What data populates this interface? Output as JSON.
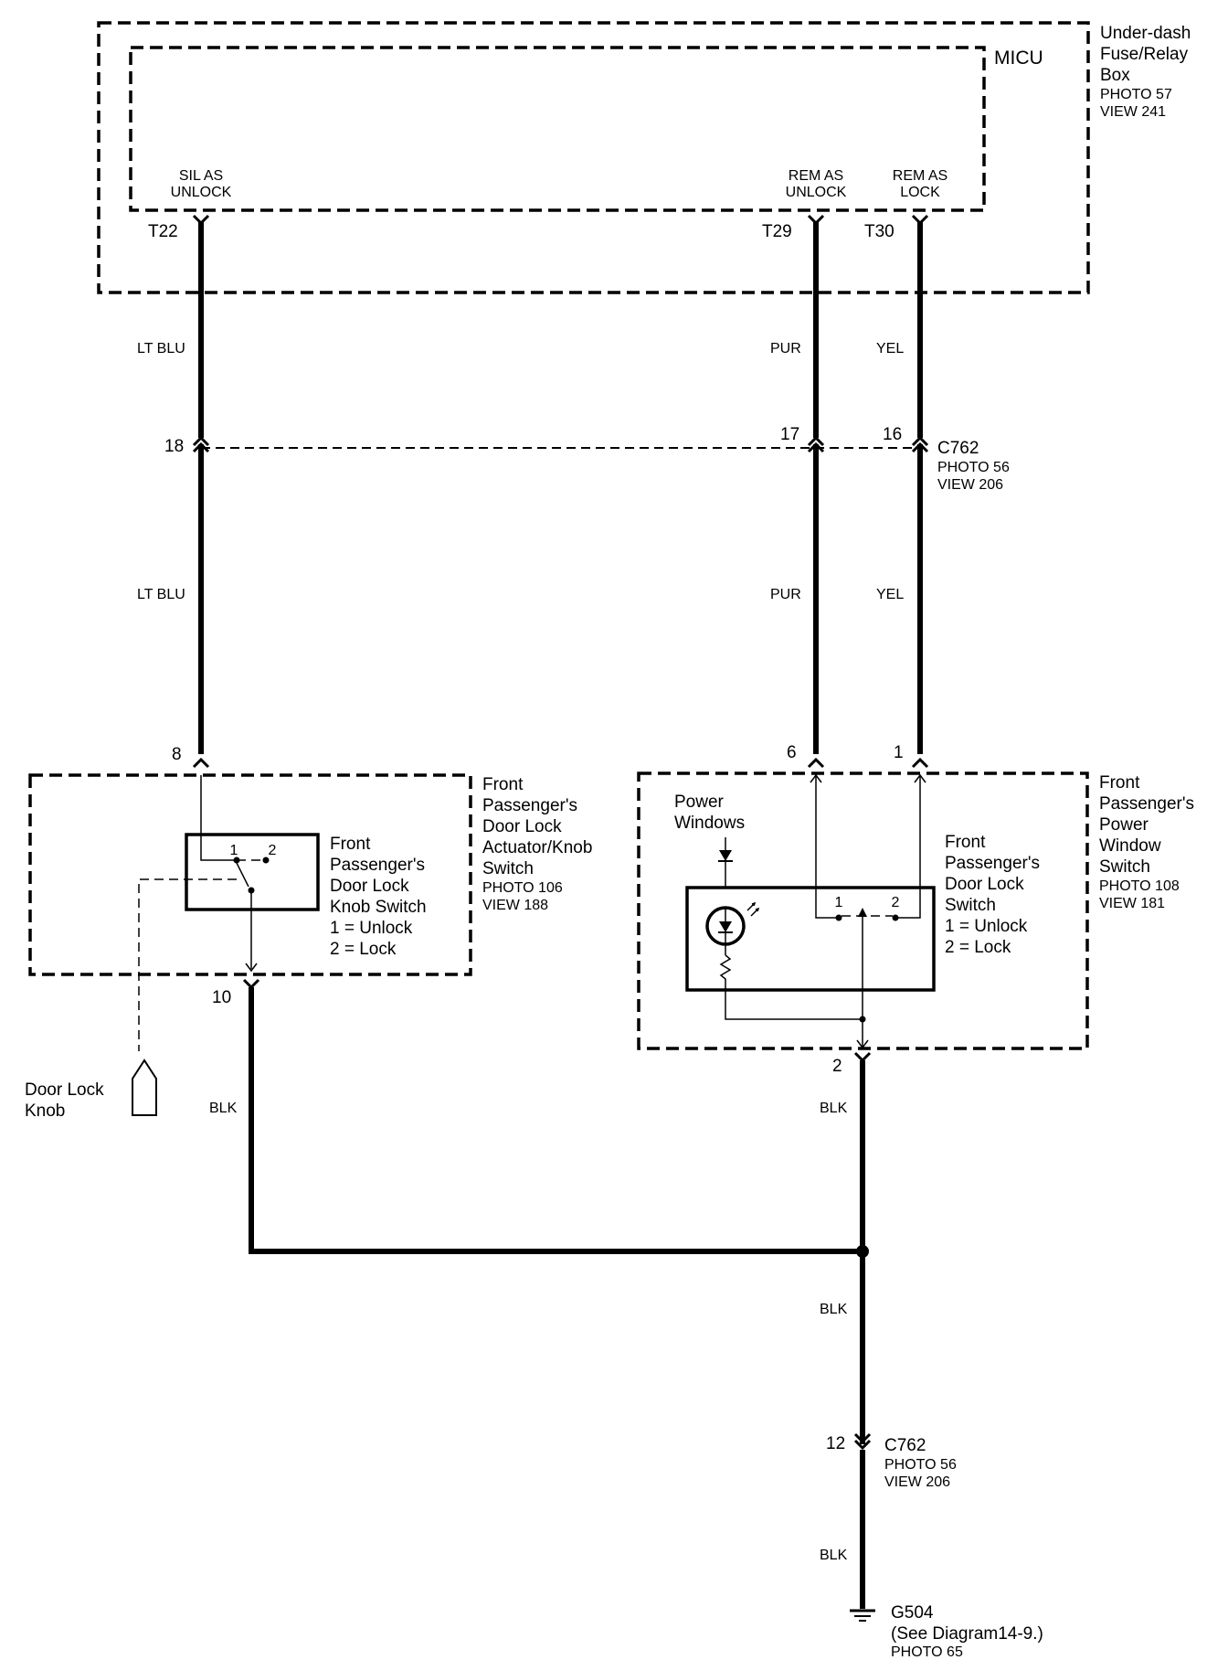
{
  "fuse_box": {
    "name_lines": [
      "Under-dash",
      "Fuse/Relay",
      "Box"
    ],
    "photo": "PHOTO 57",
    "view": "VIEW 241",
    "micu_label": "MICU",
    "terminals": [
      {
        "id": "T22",
        "func_lines": [
          "SIL AS",
          "UNLOCK"
        ]
      },
      {
        "id": "T29",
        "func_lines": [
          "REM AS",
          "UNLOCK"
        ]
      },
      {
        "id": "T30",
        "func_lines": [
          "REM AS",
          "LOCK"
        ]
      }
    ]
  },
  "wires": {
    "lt_blu": "LT BLU",
    "pur": "PUR",
    "yel": "YEL",
    "blk": "BLK"
  },
  "connector_c762_top": {
    "name": "C762",
    "photo": "PHOTO 56",
    "view": "VIEW 206",
    "pins": [
      "18",
      "17",
      "16"
    ]
  },
  "actuator": {
    "name_lines": [
      "Front",
      "Passenger's",
      "Door Lock",
      "Actuator/Knob",
      "Switch"
    ],
    "photo": "PHOTO 106",
    "view": "VIEW 188",
    "pin_in": "8",
    "pin_out": "10",
    "switch_lines": [
      "Front",
      "Passenger's",
      "Door Lock",
      "Knob Switch",
      "1 = Unlock",
      "2 = Lock"
    ],
    "contact_1": "1",
    "contact_2": "2"
  },
  "knob": {
    "name_lines": [
      "Door Lock",
      "Knob"
    ]
  },
  "power_window_switch": {
    "name_lines": [
      "Front",
      "Passenger's",
      "Power",
      "Window",
      "Switch"
    ],
    "photo": "PHOTO 108",
    "view": "VIEW 181",
    "pin_6": "6",
    "pin_1": "1",
    "pin_2": "2",
    "power_windows_lines": [
      "Power",
      "Windows"
    ],
    "door_lock_lines": [
      "Front",
      "Passenger's",
      "Door Lock",
      "Switch",
      "1 = Unlock",
      "2 = Lock"
    ],
    "contact_1": "1",
    "contact_2": "2"
  },
  "connector_c762_bottom": {
    "name": "C762",
    "photo": "PHOTO 56",
    "view": "VIEW 206",
    "pin": "12"
  },
  "ground": {
    "name": "G504",
    "note": "(See Diagram14-9.)",
    "photo": "PHOTO 65"
  }
}
